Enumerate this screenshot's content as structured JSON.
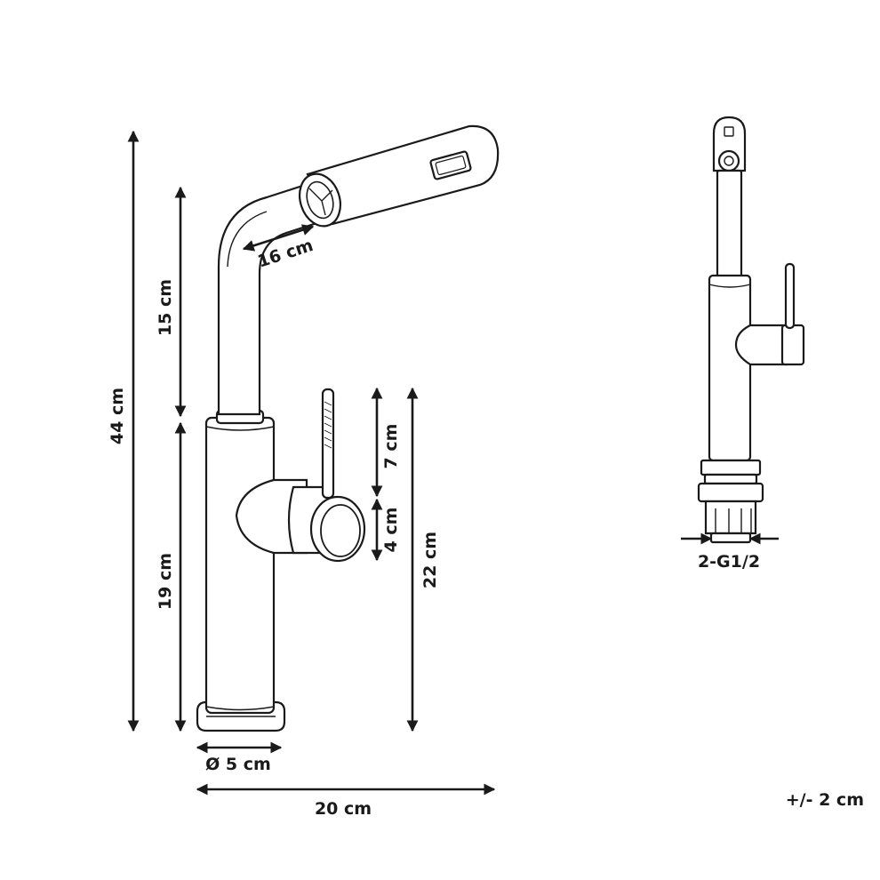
{
  "dimensions": {
    "total_height": "44 cm",
    "upper_spout": "15 cm",
    "lower_body": "19 cm",
    "spout_reach": "16 cm",
    "lever_height": "7 cm",
    "handle_diameter": "4 cm",
    "spout_outlet_height": "22 cm",
    "base_diameter": "Ø 5 cm",
    "total_width": "20 cm",
    "connection": "2-G1/2",
    "tolerance": "+/- 2 cm"
  }
}
